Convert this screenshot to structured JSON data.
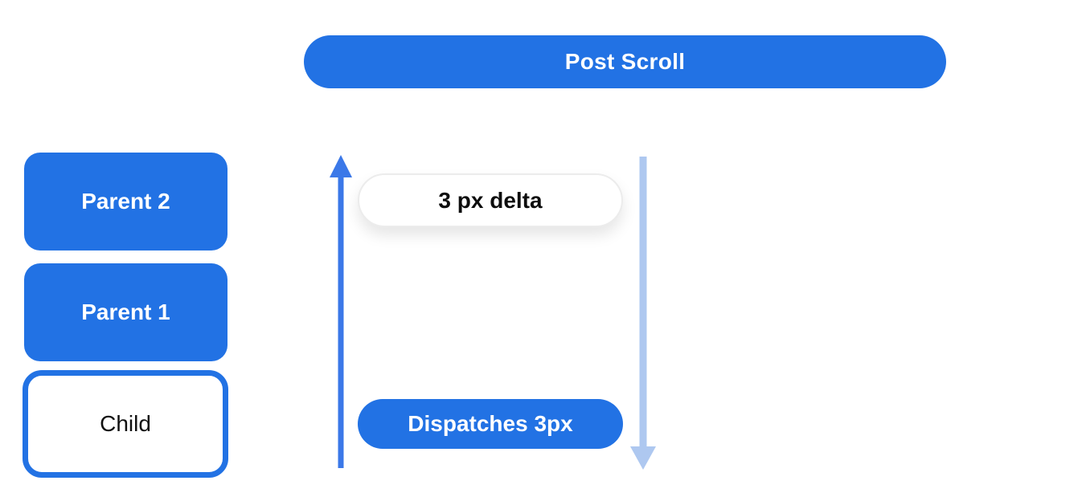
{
  "colors": {
    "primary_blue": "#2272e4",
    "arrow_blue": "#3b78e8",
    "light_arrow_blue": "#aec8f0",
    "pill_border": "#ececec"
  },
  "banner": {
    "label": "Post Scroll"
  },
  "stack": {
    "items": [
      {
        "label": "Parent 2"
      },
      {
        "label": "Parent 1"
      },
      {
        "label": "Child"
      }
    ]
  },
  "flow": {
    "delta_label": "3 px delta",
    "dispatch_label": "Dispatches 3px"
  }
}
